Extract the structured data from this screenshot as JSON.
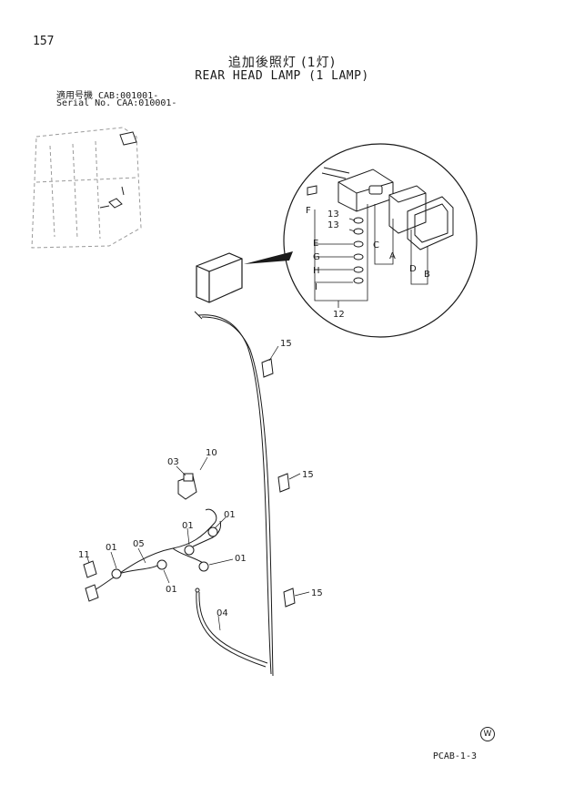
{
  "header": {
    "page_number": "157",
    "title_jp": "追加後照灯 (1灯)",
    "title_en": "REAR HEAD LAMP (1 LAMP)",
    "serial_line1": "適用号機  CAB:001001-",
    "serial_line2": "Serial No. CAA:010001-"
  },
  "callouts": {
    "f": "F",
    "e": "E",
    "g": "G",
    "h": "H",
    "i": "I",
    "c": "C",
    "a": "A",
    "d": "D",
    "b": "B",
    "n13a": "13",
    "n13b": "13",
    "n12": "12",
    "n15a": "15",
    "n15b": "15",
    "n15c": "15",
    "n10": "10",
    "n03": "03",
    "n01a": "01",
    "n01b": "01",
    "n01c": "01",
    "n01d": "01",
    "n01e": "01",
    "n05": "05",
    "n11": "11",
    "n04": "04"
  },
  "footer": {
    "watermark": "W",
    "code": "PCAB-1-3"
  }
}
